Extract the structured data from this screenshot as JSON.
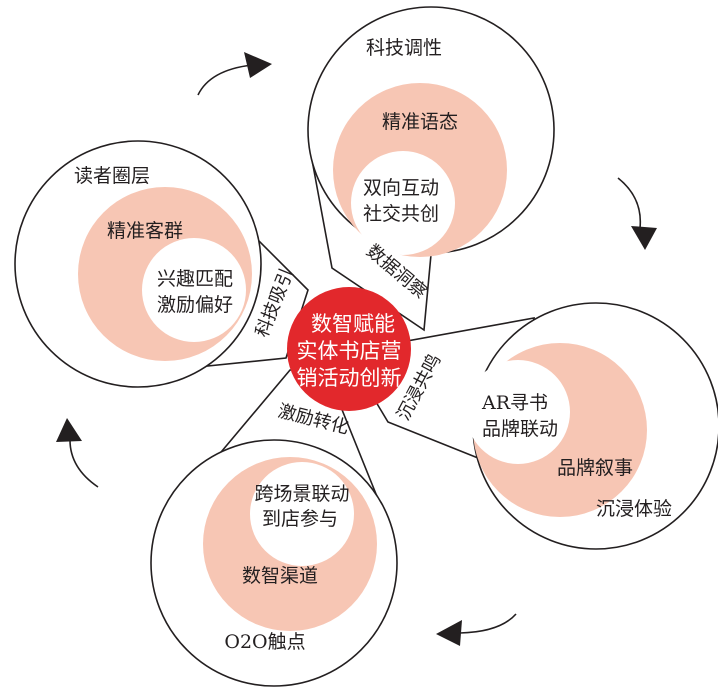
{
  "colors": {
    "stroke": "#231f20",
    "inner_fill": "#f7c6b4",
    "core_fill": "#ffffff",
    "center_fill": "#e2282c",
    "center_text": "#ffffff",
    "background": "#ffffff"
  },
  "center": {
    "lines": [
      "数智赋能",
      "实体书店营",
      "销活动创新"
    ]
  },
  "petals": {
    "top": {
      "outer_label": "科技调性",
      "ring_label": "精准语态",
      "core_lines": [
        "双向互动",
        "社交共创"
      ],
      "connector_label": "数据洞察"
    },
    "left": {
      "outer_label": "读者圈层",
      "ring_label": "精准客群",
      "core_lines": [
        "兴趣匹配",
        "激励偏好"
      ],
      "connector_label": "科技吸引"
    },
    "right": {
      "outer_label": "沉浸体验",
      "ring_label": "品牌叙事",
      "core_lines": [
        "AR寻书",
        "品牌联动"
      ],
      "connector_label": "沉浸共鸣"
    },
    "bottom": {
      "outer_label": "O2O触点",
      "ring_label": "数智渠道",
      "core_lines": [
        "跨场景联动",
        "到店参与"
      ],
      "connector_label": "激励转化"
    }
  },
  "arrows": [
    "arrow-top-left",
    "arrow-top-right",
    "arrow-bottom-right",
    "arrow-bottom-left"
  ]
}
